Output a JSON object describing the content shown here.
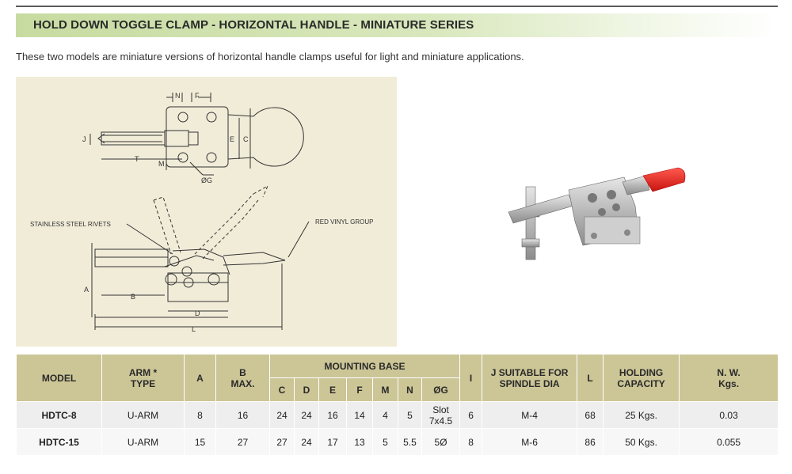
{
  "title": "HOLD DOWN TOGGLE CLAMP - HORIZONTAL HANDLE - MINIATURE SERIES",
  "description": "These two models are miniature versions of horizontal handle clamps useful for light and miniature applications.",
  "drawing": {
    "labels": {
      "n": "N",
      "f": "F",
      "e": "E",
      "c": "C",
      "j": "J",
      "t": "T",
      "m": "M",
      "g": "ØG",
      "a": "A",
      "b": "B",
      "d": "D",
      "l": "L",
      "rivets": "STAINLESS STEEL RIVETS",
      "grip": "RED VINYL GROUP"
    }
  },
  "table": {
    "headers": {
      "model": "MODEL",
      "arm": "ARM *\nTYPE",
      "a": "A",
      "b": "B\nMAX.",
      "mounting": "MOUNTING BASE",
      "c": "C",
      "d": "D",
      "e": "E",
      "f": "F",
      "m": "M",
      "n": "N",
      "g": "ØG",
      "i": "I",
      "j": "J SUITABLE FOR\nSPINDLE DIA",
      "l": "L",
      "capacity": "HOLDING\nCAPACITY",
      "nw": "N. W.\nKgs."
    },
    "rows": [
      {
        "model": "HDTC-8",
        "arm": "U-ARM",
        "a": "8",
        "b": "16",
        "c": "24",
        "d": "24",
        "e": "16",
        "f": "14",
        "m": "4",
        "n": "5",
        "g": "Slot\n7x4.5",
        "i": "6",
        "j": "M-4",
        "l": "68",
        "capacity": "25 Kgs.",
        "nw": "0.03"
      },
      {
        "model": "HDTC-15",
        "arm": "U-ARM",
        "a": "15",
        "b": "27",
        "c": "27",
        "d": "24",
        "e": "17",
        "f": "13",
        "m": "5",
        "n": "5.5",
        "g": "5Ø",
        "i": "8",
        "j": "M-6",
        "l": "86",
        "capacity": "50 Kgs.",
        "nw": "0.055"
      }
    ]
  },
  "colors": {
    "header_bg": "#ccc596",
    "title_gradient": "#c7dba0",
    "grip_red": "#e8211f"
  }
}
